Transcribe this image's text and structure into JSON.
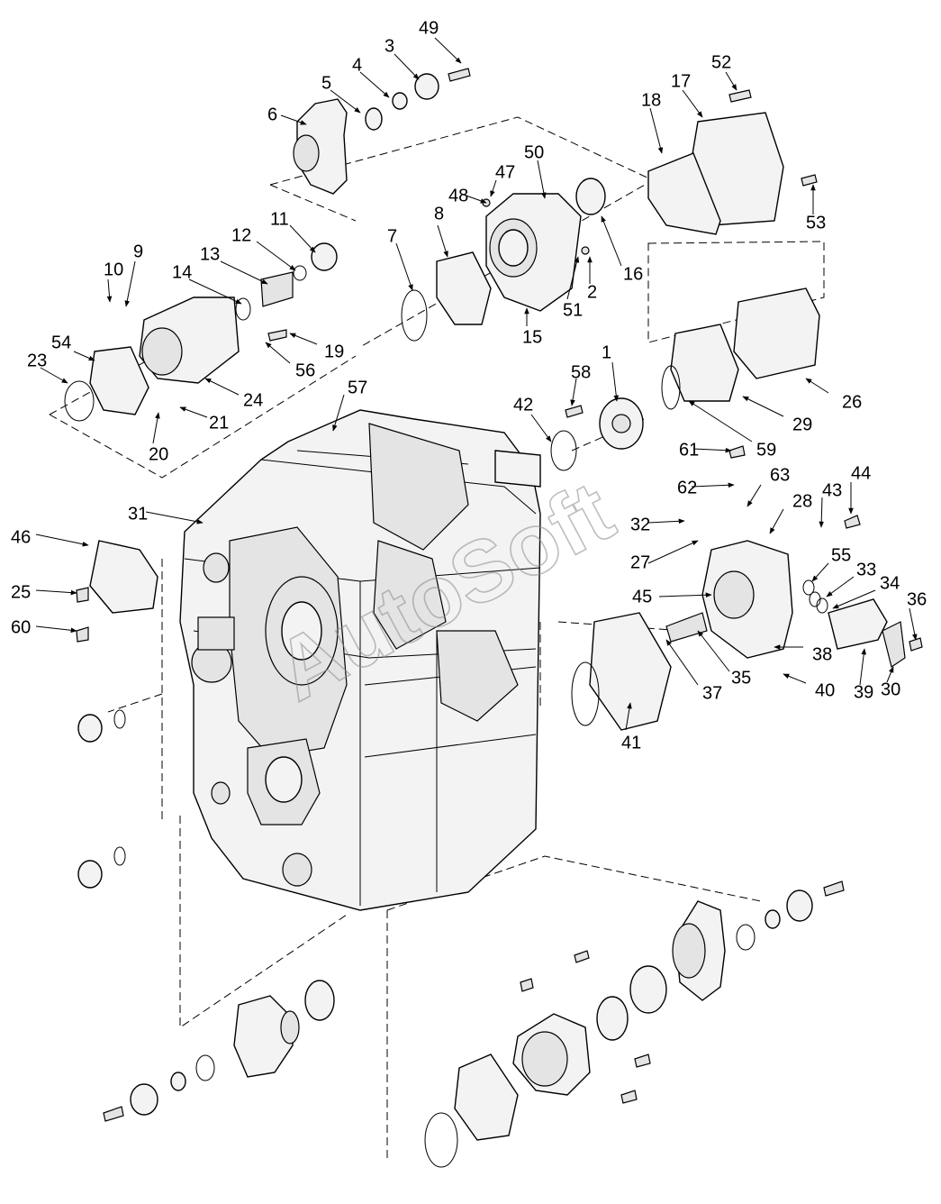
{
  "diagram": {
    "watermark": "AutoSoft",
    "callouts": [
      "49",
      "3",
      "4",
      "5",
      "6",
      "52",
      "17",
      "18",
      "50",
      "47",
      "48",
      "53",
      "11",
      "12",
      "13",
      "14",
      "10",
      "9",
      "7",
      "8",
      "16",
      "15",
      "51",
      "2",
      "54",
      "23",
      "24",
      "21",
      "20",
      "19",
      "56",
      "57",
      "58",
      "1",
      "42",
      "59",
      "29",
      "26",
      "61",
      "62",
      "63",
      "31",
      "46",
      "25",
      "60",
      "32",
      "27",
      "28",
      "43",
      "44",
      "45",
      "55",
      "33",
      "34",
      "36",
      "35",
      "37",
      "38",
      "40",
      "39",
      "30",
      "41"
    ]
  }
}
